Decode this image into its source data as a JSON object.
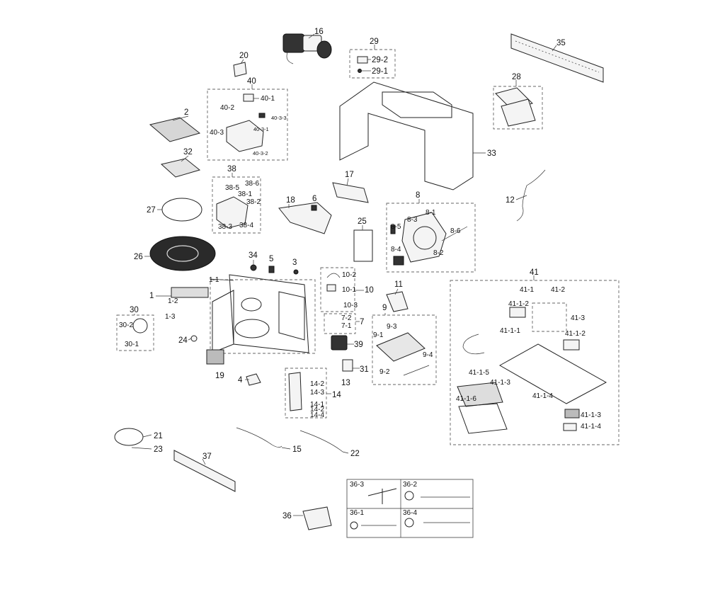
{
  "labels": {
    "p16": "16",
    "p29": "29",
    "p29_2": "29-2",
    "p29_1": "29-1",
    "p35": "35",
    "p20": "20",
    "p40": "40",
    "p40_1": "40-1",
    "p40_2": "40-2",
    "p40_3": "40-3",
    "p40_3_3": "40-3-3",
    "p40_3_1": "40-3-1",
    "p40_3_2": "40-3-2",
    "p2": "2",
    "p32": "32",
    "p28": "28",
    "p33": "33",
    "p38": "38",
    "p38_5": "38-5",
    "p38_6": "38-6",
    "p38_1": "38-1",
    "p38_2": "38-2",
    "p38_3": "38-3",
    "p38_4": "38-4",
    "p17": "17",
    "p18": "18",
    "p6": "6",
    "p27": "27",
    "p12": "12",
    "p8": "8",
    "p8_1": "8-1",
    "p8_3": "8-3",
    "p8_5": "8-5",
    "p8_6": "8-6",
    "p8_4": "8-4",
    "p8_2": "8-2",
    "p25": "25",
    "p26": "26",
    "p34": "34",
    "p5": "5",
    "p3": "3",
    "p1_1": "1-1",
    "p1": "1",
    "p1_2": "1-2",
    "p1_3": "1-3",
    "p10_2": "10-2",
    "p10_1": "10-1",
    "p10": "10",
    "p10_3": "10-3",
    "p11": "11",
    "p9": "9",
    "p9_3": "9-3",
    "p9_1": "9-1",
    "p9_4": "9-4",
    "p9_2": "9-2",
    "p7_2": "7-2",
    "p7_1": "7-1",
    "p7": "7",
    "p39": "39",
    "p31": "31",
    "p13": "13",
    "p30": "30",
    "p30_2": "30-2",
    "p30_1": "30-1",
    "p24": "24",
    "p19": "19",
    "p4": "4",
    "p14_2a": "14-2",
    "p14_3": "14-3",
    "p14": "14",
    "p14_1": "14-1",
    "p14_2b": "14-2",
    "p14_4": "14-4",
    "p41": "41",
    "p41_1": "41-1",
    "p41_2": "41-2",
    "p41_1_2a": "41-1-2",
    "p41_3": "41-3",
    "p41_1_1": "41-1-1",
    "p41_1_2b": "41-1-2",
    "p41_1_5": "41-1-5",
    "p41_1_3a": "41-1-3",
    "p41_1_4a": "41-1-4",
    "p41_1_6": "41-1-6",
    "p41_1_3b": "41-1-3",
    "p41_1_4b": "41-1-4",
    "p21": "21",
    "p23": "23",
    "p15": "15",
    "p22": "22",
    "p37": "37",
    "p36": "36",
    "p36_3": "36-3",
    "p36_2": "36-2",
    "p36_1": "36-1",
    "p36_4": "36-4"
  }
}
